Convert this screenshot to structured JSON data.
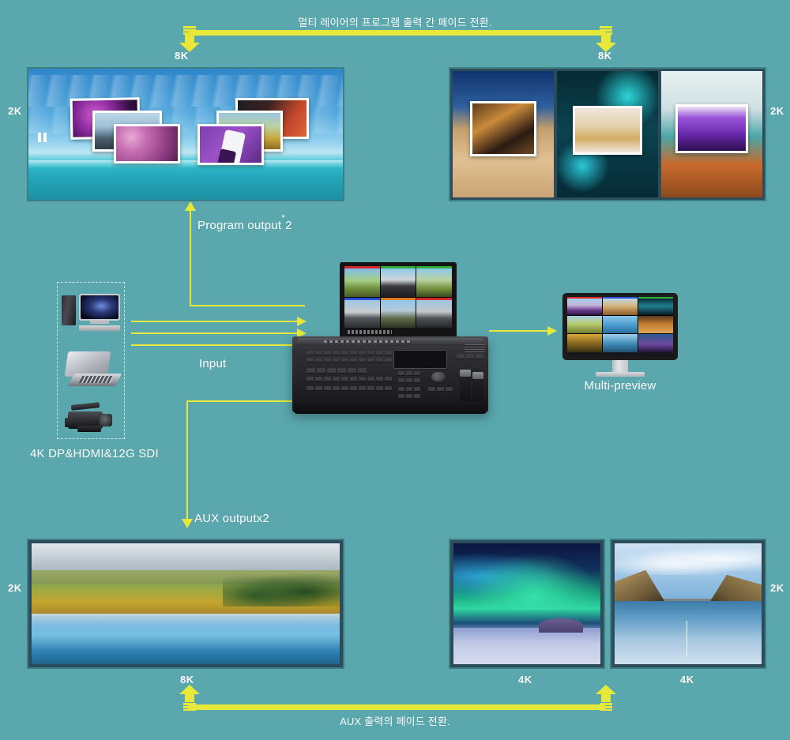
{
  "diagram": {
    "background_color": "#5aa8ae",
    "accent_color": "#e8e83a",
    "text_color": "#ffffff"
  },
  "top_fade": {
    "caption": "멀티 레이어의 프로그램 출력 간 페이드 전환.",
    "left_label": "8K",
    "right_label": "8K"
  },
  "bottom_fade": {
    "caption": "AUX 출력의 페이드 전환.",
    "left_label": "8K",
    "right_label_1": "4K",
    "right_label_2": "4K"
  },
  "displays": {
    "top_left": {
      "side_label": "2K",
      "badge": "❚❚"
    },
    "top_right": {
      "side_label": "2K"
    },
    "bottom_left": {
      "side_label": "2K"
    },
    "bottom_right": {
      "side_label": "2K"
    }
  },
  "flows": {
    "program_output": "Program output*2",
    "program_output_base": "Program output",
    "program_output_sup": "*",
    "program_output_num": "2",
    "input": "Input",
    "aux_output": "AUX outputx2",
    "multi_preview": "Multi-preview"
  },
  "sources": {
    "caption": "4K DP&HDMI&12G SDI",
    "devices": [
      "desktop-computer",
      "laptop",
      "camcorder"
    ]
  }
}
